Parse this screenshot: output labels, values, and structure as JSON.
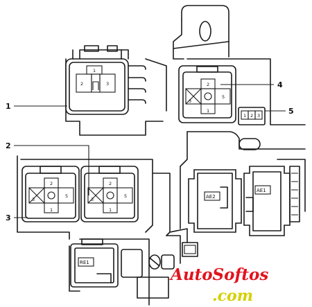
{
  "callouts": [
    {
      "id": "1",
      "text": "1"
    },
    {
      "id": "2",
      "text": "2"
    },
    {
      "id": "3",
      "text": "3"
    },
    {
      "id": "4",
      "text": "4"
    },
    {
      "id": "5",
      "text": "5"
    }
  ],
  "relay_pins": {
    "top": "2",
    "left": "3",
    "right": "5",
    "bottom": "1"
  },
  "relay1_pins": {
    "top": "1",
    "left": "2",
    "right": "3"
  },
  "connector5_pins": [
    "1",
    "2",
    "3"
  ],
  "component_tags": {
    "ae2": "AE2",
    "ae1": "AE1",
    "re1": "RE1"
  },
  "watermark": {
    "line1": "AutoSoftos",
    "line2": ".com"
  }
}
